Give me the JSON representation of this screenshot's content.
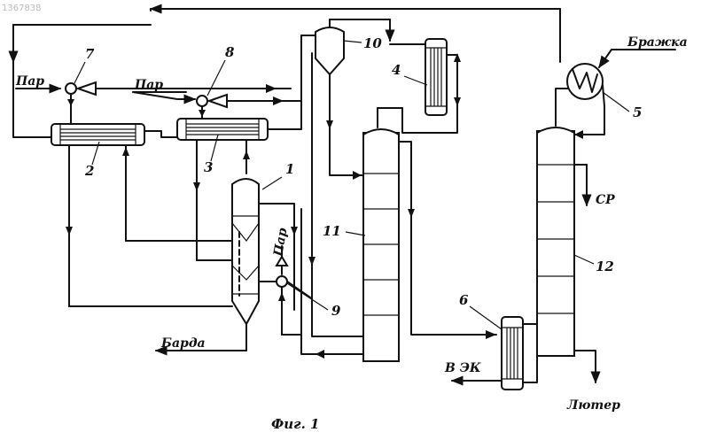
{
  "watermark": "1367838",
  "caption": "Фиг. 1",
  "labels": {
    "steam_1": "Пар",
    "steam_2": "Пар",
    "steam_3": "Пар",
    "mash": "Бражка",
    "stillage": "Барда",
    "lutter": "Лютер",
    "sr": "СР",
    "to_ek": "В ЭК"
  },
  "numbers": [
    "1",
    "2",
    "3",
    "4",
    "5",
    "6",
    "7",
    "8",
    "9",
    "10",
    "11",
    "12"
  ]
}
